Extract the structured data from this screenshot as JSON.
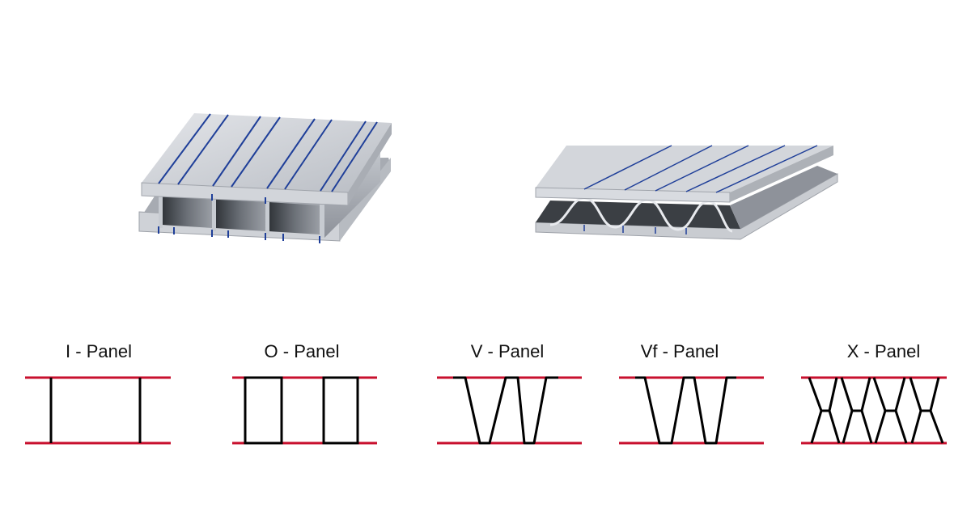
{
  "colors": {
    "face_sheet": "#c8102e",
    "core": "#000000",
    "metal_light": "#d6d9de",
    "metal_mid": "#b3b7be",
    "metal_dark": "#6d7178",
    "cavity": "#3f4348",
    "groove": "#1f3f99"
  },
  "renders": [
    {
      "name": "extruded-i-core-panel-render"
    },
    {
      "name": "extruded-corrugated-core-panel-render"
    }
  ],
  "panels": [
    {
      "id": "i",
      "label": "I - Panel"
    },
    {
      "id": "o",
      "label": "O - Panel"
    },
    {
      "id": "v",
      "label": "V - Panel"
    },
    {
      "id": "vf",
      "label": "Vf - Panel"
    },
    {
      "id": "x",
      "label": "X - Panel"
    }
  ]
}
